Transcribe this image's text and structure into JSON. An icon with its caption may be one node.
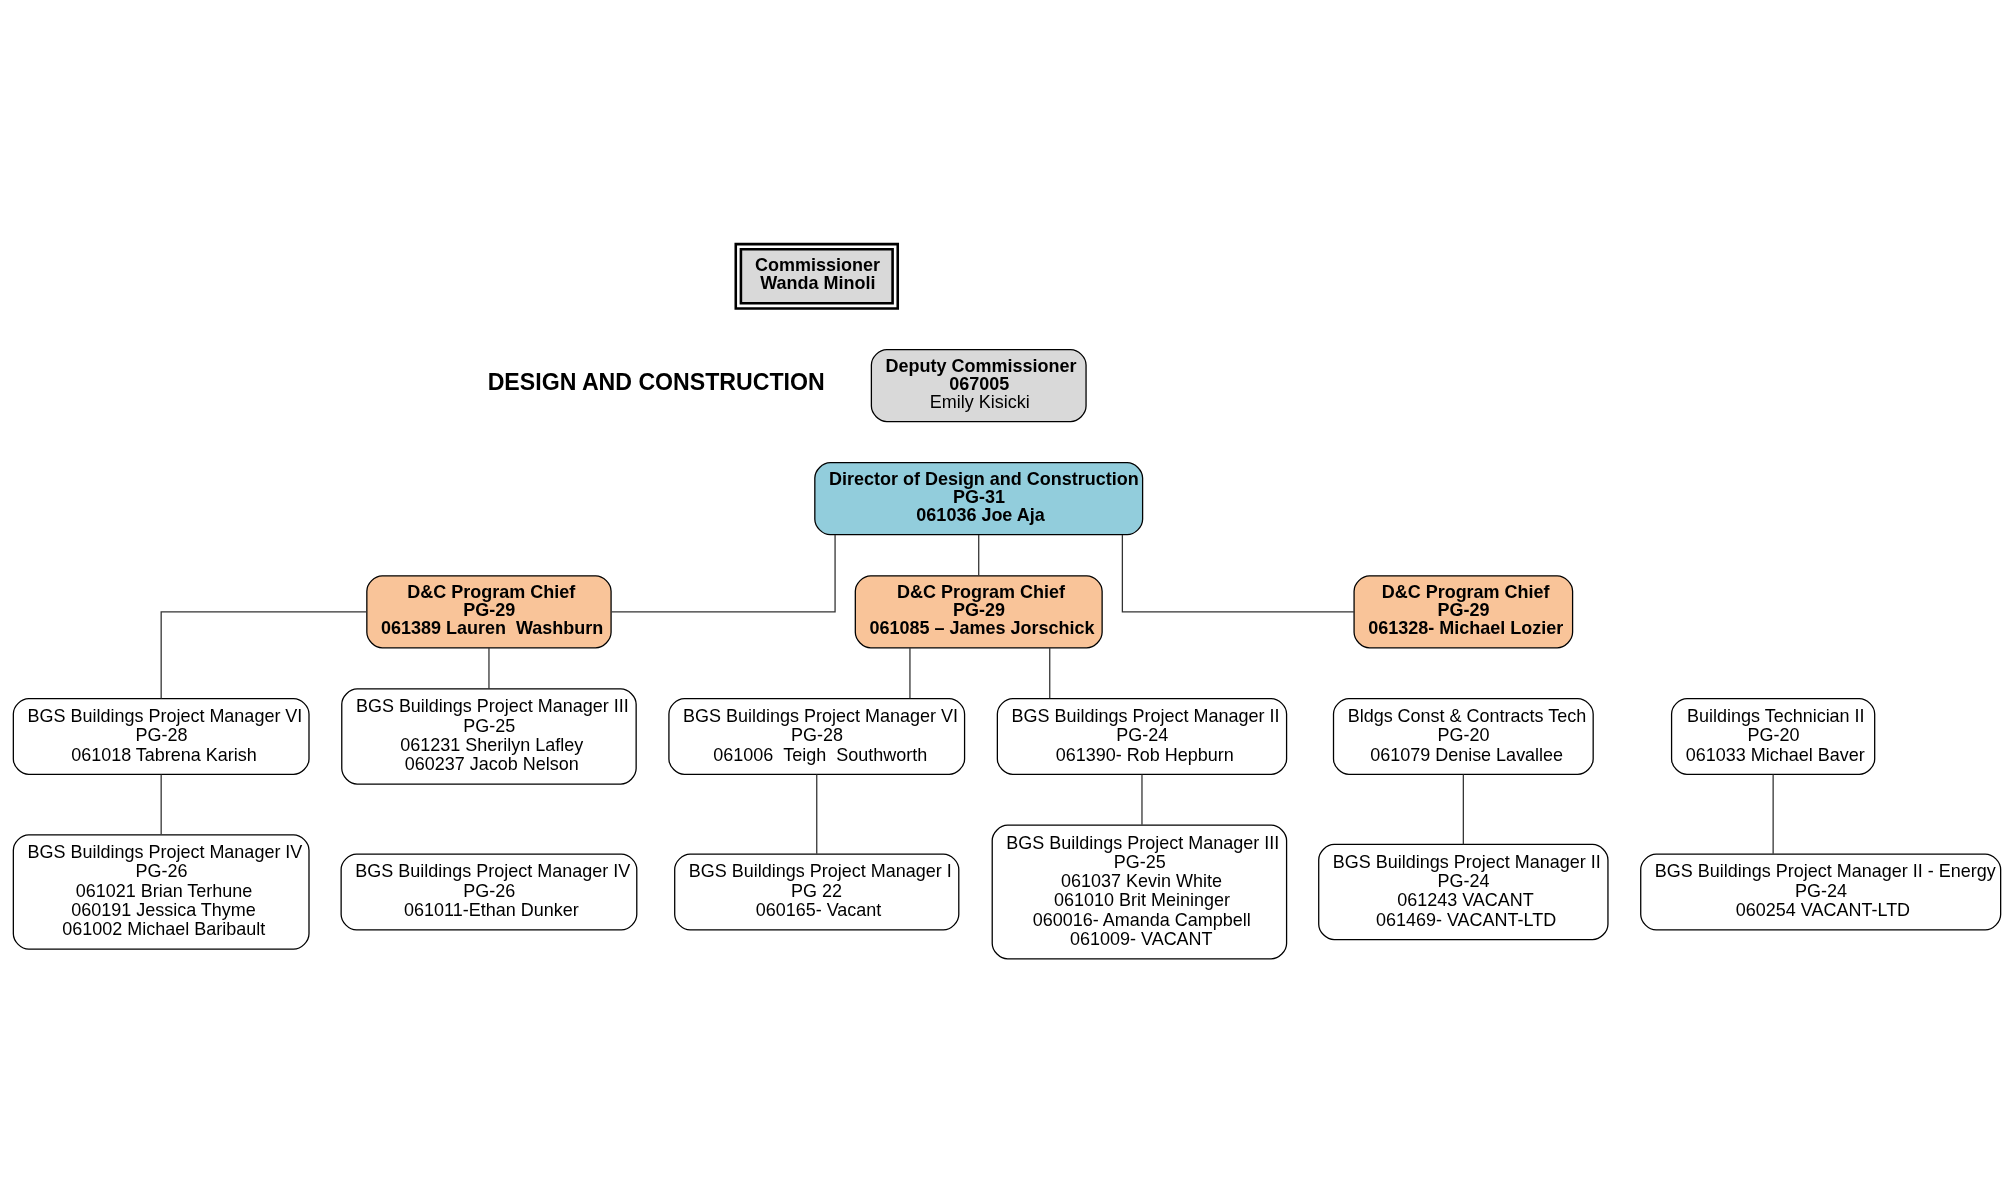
{
  "diagram": {
    "nodes": [
      {
        "text": [
          "Commissioner",
          "Wanda Minoli"
        ]
      },
      {
        "text": [
          "Deputy Commissioner",
          "067005",
          "Emily Kisicki"
        ]
      },
      {
        "text": [
          "Director of Design and Construction",
          "PG-31",
          "061036 Joe Aja"
        ]
      },
      {
        "text": [
          "D&C Program Chief",
          "PG-29",
          "061389 Lauren  Washburn"
        ]
      },
      {
        "text": [
          "D&C Program Chief",
          "PG-29",
          "061085 – James Jorschick"
        ]
      },
      {
        "text": [
          "D&C Program Chief",
          "PG-29",
          "061328- Michael Lozier"
        ]
      },
      {
        "text": [
          "BGS Buildings Project Manager VI",
          "PG-28",
          "061018 Tabrena Karish"
        ]
      },
      {
        "text": [
          "BGS Buildings Project Manager III",
          "PG-25",
          "061231 Sherilyn Lafley",
          "060237 Jacob Nelson"
        ]
      },
      {
        "text": [
          "BGS Buildings Project Manager IV",
          "PG-26",
          "061021 Brian Terhune",
          "060191 Jessica Thyme",
          "061002 Michael Baribault"
        ]
      },
      {
        "text": [
          "BGS Buildings Project Manager IV",
          "PG-26",
          "061011-Ethan Dunker"
        ]
      },
      {
        "text": [
          "BGS Buildings Project Manager VI",
          "PG-28",
          "061006  Teigh  Southworth"
        ]
      },
      {
        "text": [
          "BGS Buildings Project Manager II",
          "PG-24",
          "061390- Rob Hepburn"
        ]
      },
      {
        "text": [
          "BGS Buildings Project Manager I",
          "PG 22",
          "060165- Vacant"
        ]
      },
      {
        "text": [
          "BGS Buildings Project Manager III",
          "PG-25",
          "061037 Kevin White",
          "061010 Brit Meininger",
          "060016- Amanda Campbell",
          "061009- VACANT"
        ]
      },
      {
        "text": [
          "Bldgs Const & Contracts Tech",
          "PG-20",
          "061079 Denise Lavallee"
        ]
      },
      {
        "text": [
          "Buildings Technician II",
          "PG-20",
          "061033 Michael Baver"
        ]
      },
      {
        "text": [
          "BGS Buildings Project Manager II",
          "PG-24",
          "061243 VACANT",
          "061469- VACANT-LTD"
        ]
      },
      {
        "text": [
          "BGS Buildings Project Manager II - Energy",
          "PG-24",
          "060254 VACANT-LTD"
        ]
      }
    ],
    "edges": [
      {
        "from": 2,
        "to": 3,
        "arrow": "none"
      },
      {
        "from": 2,
        "to": 4,
        "arrow": "none"
      },
      {
        "from": 2,
        "to": 5,
        "arrow": "none"
      },
      {
        "from": 3,
        "to": 6,
        "arrow": "none"
      },
      {
        "from": 3,
        "to": 7,
        "arrow": "none"
      },
      {
        "from": 6,
        "to": 8,
        "arrow": "none"
      },
      {
        "from": 4,
        "to": 10,
        "arrow": "none"
      },
      {
        "from": 4,
        "to": 11,
        "arrow": "none"
      },
      {
        "from": 10,
        "to": 12,
        "arrow": "none"
      },
      {
        "from": 11,
        "to": 13,
        "arrow": "none"
      },
      {
        "from": 14,
        "to": 16,
        "arrow": "none"
      },
      {
        "from": 15,
        "to": 17,
        "arrow": "none"
      }
    ],
    "labels": [
      "DESIGN AND CONSTRUCTION"
    ]
  }
}
